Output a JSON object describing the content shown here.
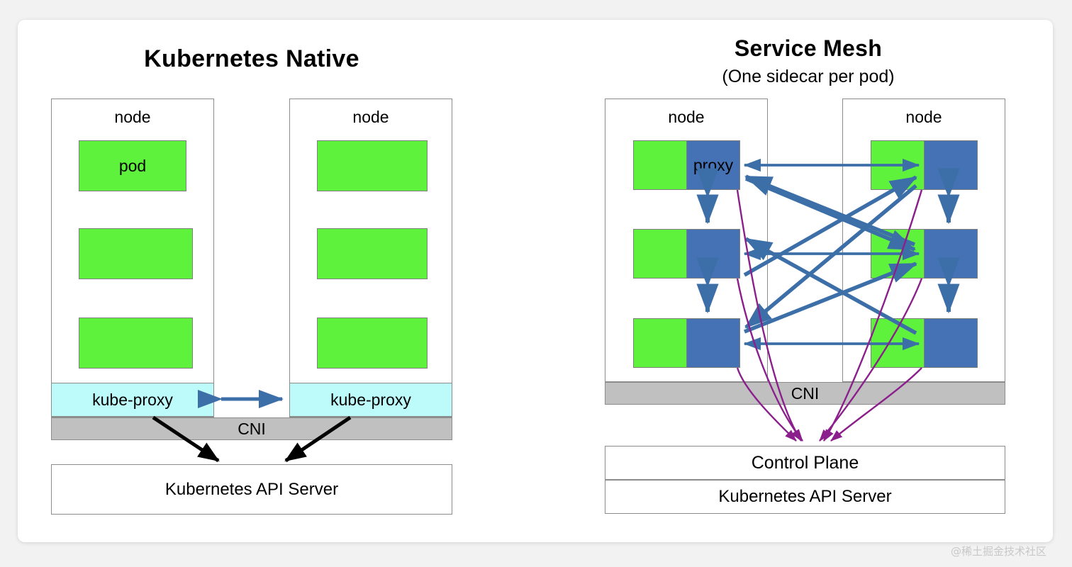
{
  "diagram": {
    "left_panel": {
      "title": "Kubernetes Native",
      "nodes": [
        {
          "label": "node",
          "pods": [
            {
              "label": "pod"
            },
            {
              "label": ""
            },
            {
              "label": ""
            }
          ],
          "kube_proxy_label": "kube-proxy"
        },
        {
          "label": "node",
          "pods": [
            {
              "label": ""
            },
            {
              "label": ""
            },
            {
              "label": ""
            }
          ],
          "kube_proxy_label": "kube-proxy"
        }
      ],
      "cni_label": "CNI",
      "api_server_label": "Kubernetes API Server"
    },
    "right_panel": {
      "title": "Service Mesh",
      "subtitle": "(One sidecar per pod)",
      "nodes": [
        {
          "label": "node",
          "pods": [
            {
              "label": "",
              "sidecar_label": "proxy"
            },
            {
              "label": "",
              "sidecar_label": ""
            },
            {
              "label": "",
              "sidecar_label": ""
            }
          ]
        },
        {
          "label": "node",
          "pods": [
            {
              "label": "",
              "sidecar_label": ""
            },
            {
              "label": "",
              "sidecar_label": ""
            },
            {
              "label": "",
              "sidecar_label": ""
            }
          ]
        }
      ],
      "cni_label": "CNI",
      "control_plane_label": "Control Plane",
      "api_server_label": "Kubernetes API Server"
    },
    "watermark": "@稀土掘金技术社区",
    "colors": {
      "pod_green": "#5EF23C",
      "sidecar_blue": "#4472B5",
      "kube_proxy_cyan": "#BDFAFA",
      "cni_gray": "#C0C0C0",
      "mesh_arrow_blue": "#3C6FA8",
      "control_arrow_purple": "#8B1F8B",
      "api_arrow_black": "#000000",
      "border_gray": "#8C8C8C"
    }
  }
}
